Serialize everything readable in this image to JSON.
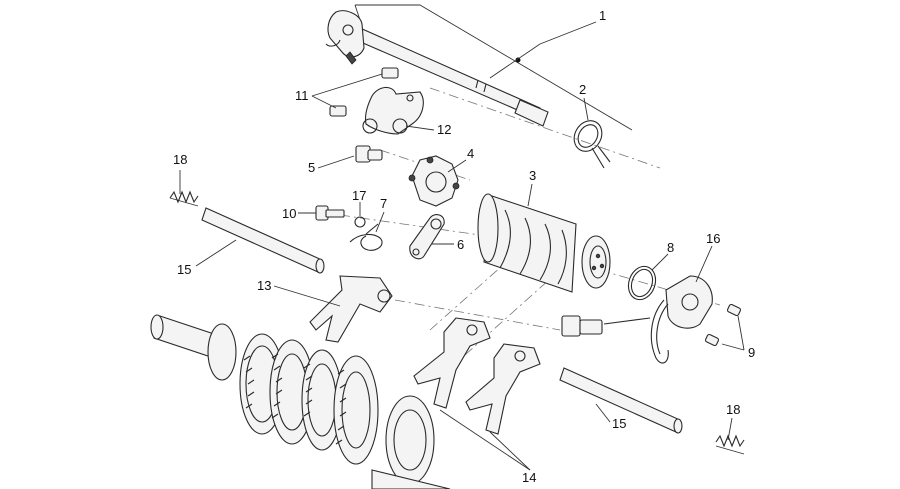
{
  "callouts": {
    "c1": "1",
    "c2": "2",
    "c3": "3",
    "c4": "4",
    "c5": "5",
    "c6": "6",
    "c7": "7",
    "c8": "8",
    "c9": "9",
    "c10": "10",
    "c11": "11",
    "c12": "12",
    "c13": "13",
    "c14": "14",
    "c15a": "15",
    "c15b": "15",
    "c16": "16",
    "c17": "17",
    "c18a": "18",
    "c18b": "18"
  }
}
